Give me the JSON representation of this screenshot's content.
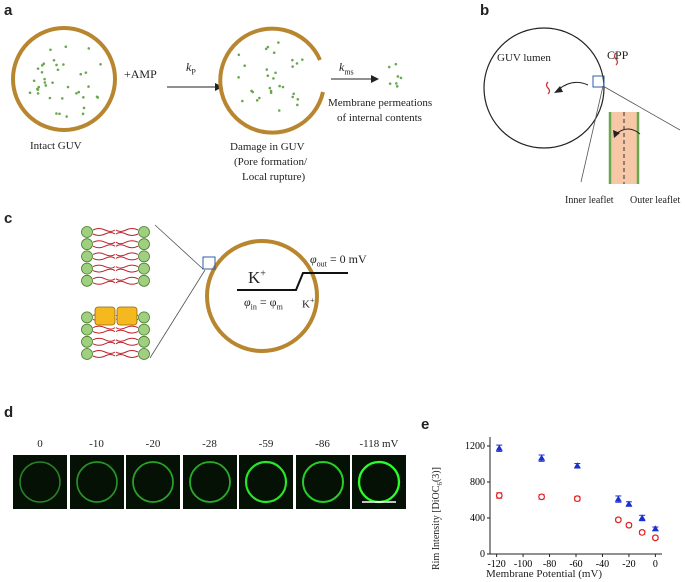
{
  "panels": {
    "a": "a",
    "b": "b",
    "c": "c",
    "d": "d",
    "e": "e"
  },
  "panel_a": {
    "intact": "Intact GUV",
    "amp": "+AMP",
    "kp": "k",
    "kp_sub": "P",
    "kms": "k",
    "kms_sub": "ms",
    "damage": "Damage in GUV",
    "damage_detail_1": "(Pore formation/",
    "damage_detail_2": "Local rupture)",
    "permeation_1": "Membrane permeations",
    "permeation_2": "of internal contents"
  },
  "panel_b": {
    "lumen": "GUV lumen",
    "cpp": "CPP",
    "inner": "Inner leaflet",
    "outer": "Outer leaflet"
  },
  "panel_c": {
    "k_in": "K",
    "k_in_sup": "+",
    "k_out": "K",
    "k_out_sup": "+",
    "phi_out": "φ",
    "phi_out_sub": "out",
    "phi_out_val": " = 0 mV",
    "phi_in": "φ",
    "phi_in_sub": "in",
    "phi_in_eq": " = φ",
    "phi_in_eq_sub": "m"
  },
  "panel_d": {
    "potentials": [
      "0",
      "-10",
      "-20",
      "-28",
      "-59",
      "-86",
      "-118 mV"
    ],
    "rim_brightness": [
      0.25,
      0.35,
      0.45,
      0.5,
      0.85,
      0.7,
      1.0
    ]
  },
  "colors": {
    "membrane": "#b8862e",
    "content_dots": "#6aa84f",
    "blue_series": "#1a2fd0",
    "red_series": "#e02020",
    "lipid_head": "#9fd07f",
    "lipid_tail": "#c0202a",
    "channel": "#f5b81e",
    "leaflet_fill": "#f6c8a8"
  },
  "chart_data": {
    "type": "scatter",
    "xlabel": "Membrane Potential (mV)",
    "ylabel": "Rim Intensity [DiOC",
    "ylabel_sub": "6",
    "ylabel_end": "(3)]",
    "xlim": [
      -125,
      5
    ],
    "ylim": [
      0,
      1300
    ],
    "xticks": [
      -120,
      -100,
      -80,
      -60,
      -40,
      -20,
      0
    ],
    "yticks": [
      0,
      400,
      800,
      1200
    ],
    "series": [
      {
        "marker": "triangle-filled",
        "color": "#1a2fd0",
        "x": [
          -118,
          -86,
          -59,
          -28,
          -20,
          -10,
          0
        ],
        "y": [
          1175,
          1065,
          980,
          610,
          555,
          400,
          280
        ],
        "err": [
          35,
          35,
          25,
          35,
          25,
          30,
          20
        ]
      },
      {
        "marker": "circle-open",
        "color": "#e02020",
        "x": [
          -118,
          -86,
          -59,
          -28,
          -20,
          -10,
          0
        ],
        "y": [
          650,
          635,
          615,
          380,
          320,
          240,
          180
        ],
        "err": [
          30,
          25,
          25,
          20,
          20,
          20,
          20
        ]
      }
    ]
  }
}
